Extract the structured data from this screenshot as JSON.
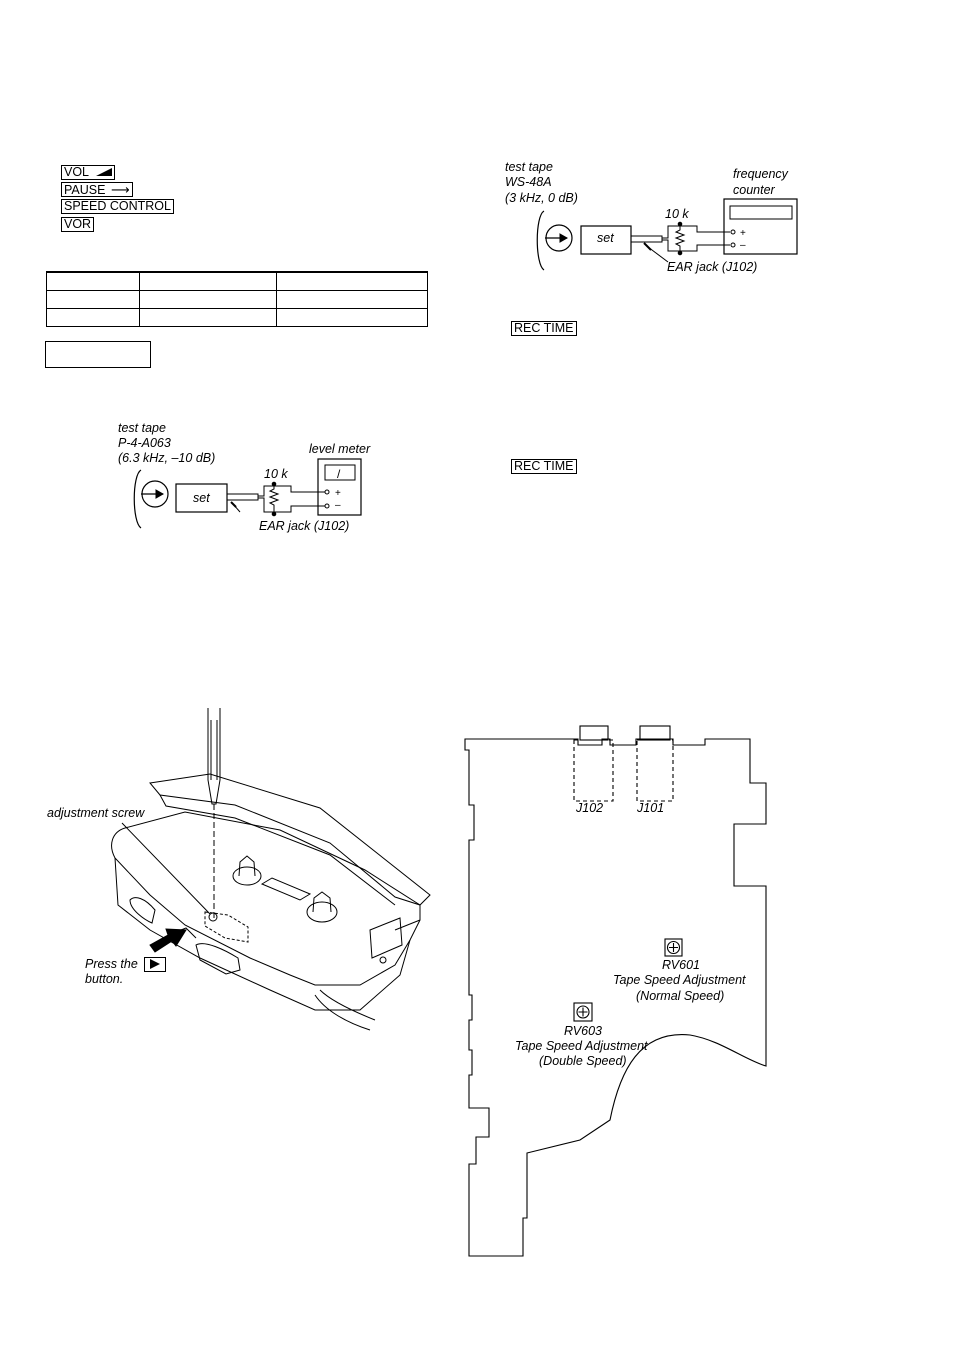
{
  "keys": {
    "vol": "VOL",
    "pause": "PAUSE",
    "speed_control": "SPEED CONTROL",
    "vor": "VOR",
    "rec_time_1": "REC TIME",
    "rec_time_2": "REC TIME"
  },
  "diagram_level": {
    "test_tape": "test tape",
    "tape_name": "P-4-A063",
    "tape_spec": "(6.3 kHz, –10 dB)",
    "meter": "level meter",
    "resistor": "10 k",
    "set": "set",
    "jack": "EAR jack (J102)",
    "meter_symbol": "/",
    "plus": "+",
    "minus": "–"
  },
  "diagram_freq": {
    "test_tape": "test tape",
    "tape_name": "WS-48A",
    "tape_spec": "(3 kHz, 0 dB)",
    "counter_line1": "frequency",
    "counter_line2": "counter",
    "resistor": "10 k",
    "set": "set",
    "jack": "EAR jack (J102)",
    "plus": "+",
    "minus": "–"
  },
  "mechanism": {
    "screw_label": "adjustment screw",
    "press_prefix": "Press the",
    "press_suffix": "button."
  },
  "board": {
    "j102": "J102",
    "j101": "J101",
    "rv601": "RV601",
    "rv601_desc1": "Tape Speed Adjustment",
    "rv601_desc2": "(Normal Speed)",
    "rv603": "RV603",
    "rv603_desc1": "Tape Speed Adjustment",
    "rv603_desc2": "(Double Speed)"
  }
}
